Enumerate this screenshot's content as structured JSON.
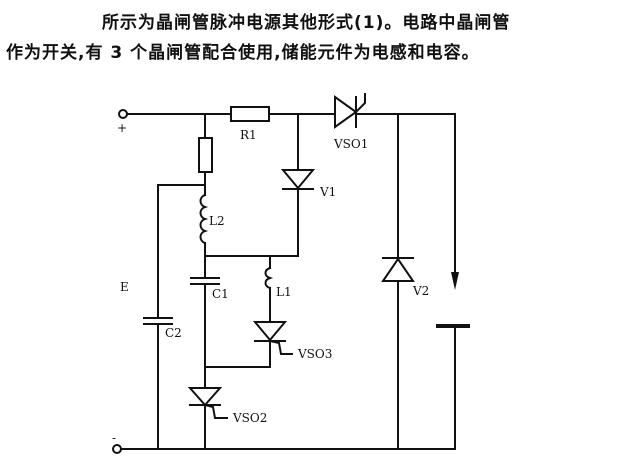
{
  "caption": {
    "line1": "所示为晶闸管脉冲电源其他形式(1)。电路中晶闸管",
    "line2": "作为开关,有 3 个晶闸管配合使用,储能元件为电感和电容。"
  },
  "diagram": {
    "terminals": {
      "positive": "+",
      "negative": "-"
    },
    "labels": {
      "r1": "R1",
      "vso1": "VSO1",
      "v1": "V1",
      "l2": "L2",
      "c1": "C1",
      "l1": "L1",
      "e": "E",
      "c2": "C2",
      "vso3": "VSO3",
      "vso2": "VSO2",
      "v2": "V2"
    }
  }
}
